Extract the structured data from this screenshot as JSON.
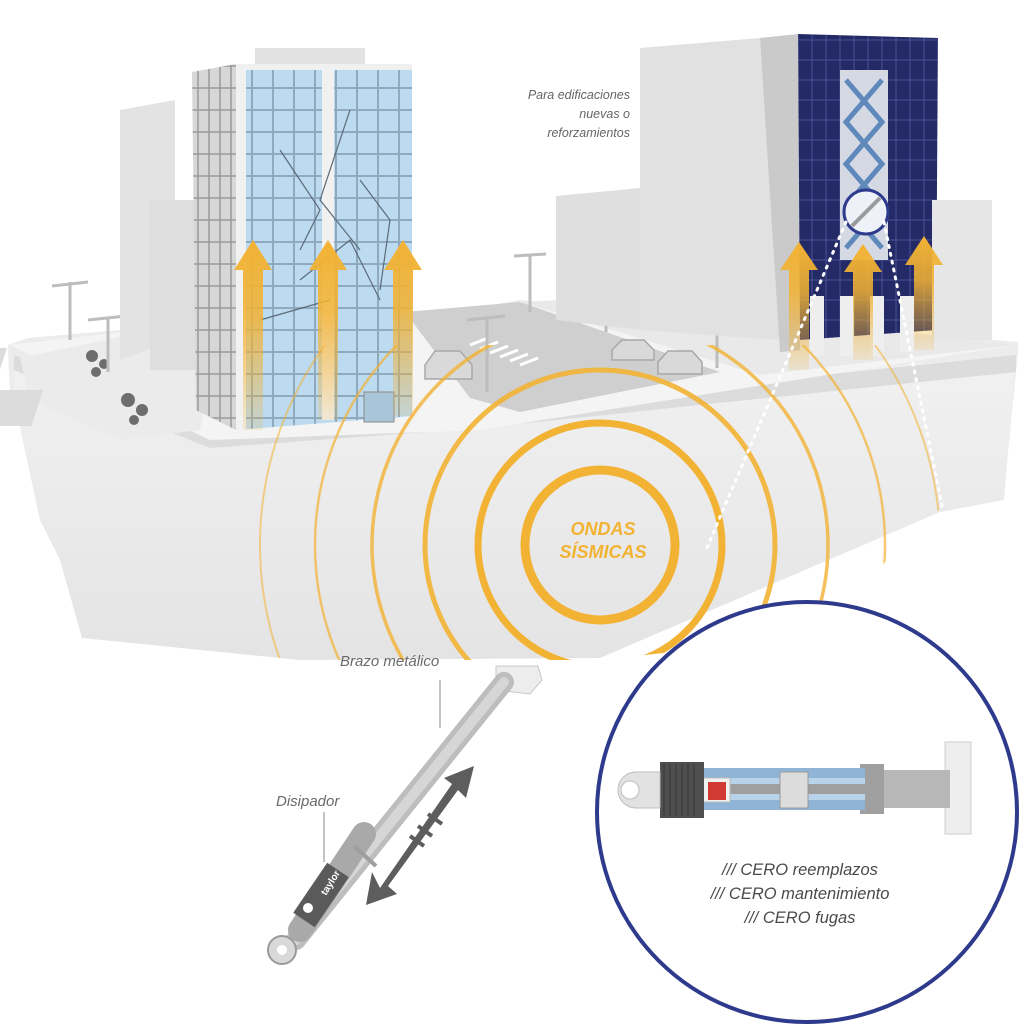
{
  "note": [
    "Para edificaciones",
    "nuevas o",
    "reforzamientos"
  ],
  "waves_label": [
    "ONDAS",
    "SÍSMICAS"
  ],
  "arm_label": "Brazo metálico",
  "dissipator_label": "Disipador",
  "brand_logo": "taylor",
  "benefits": [
    "/// CERO reemplazos",
    "/// CERO mantenimiento",
    "/// CERO fugas"
  ],
  "colors": {
    "accent_orange": "#f2b233",
    "circle_blue": "#2e3a8c",
    "facade_navy": "#1e2257",
    "glass_blue": "#b9d9ef",
    "concrete": "#e6e6e6"
  },
  "icons": [
    "upward-arrow-icon",
    "double-arrow-icon",
    "seismic-wave-icon"
  ]
}
